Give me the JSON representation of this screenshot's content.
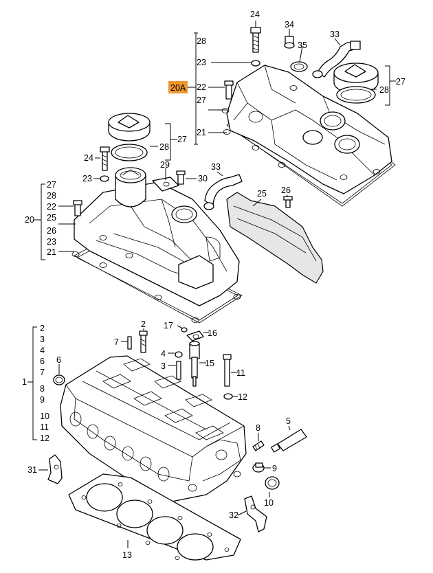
{
  "highlight": {
    "label": "20A",
    "color": "#f0962e"
  },
  "callouts": {
    "c24_top": "24",
    "c34": "34",
    "c33_top": "33",
    "c35": "35",
    "c28_top": "28",
    "c23_top": "23",
    "c20a": "20A",
    "c22_top": "22",
    "c27_top": "27",
    "c21_top": "21",
    "c27_cap_top": "27",
    "c28_cap_top": "28",
    "c27_cap_left": "27",
    "c28_cap_left": "28",
    "c24_left": "24",
    "c23_left": "23",
    "c29": "29",
    "c30": "30",
    "c33_left": "33",
    "c27_l": "27",
    "c28_l": "28",
    "c22_l": "22",
    "c20": "20",
    "c25_l": "25",
    "c26_l": "26",
    "c23_l": "23",
    "c21_l": "21",
    "c25_shield": "25",
    "c26_shield": "26",
    "c2_list": "2",
    "c3_list": "3",
    "c4_list": "4",
    "c6_list": "6",
    "c7_list": "7",
    "c1": "1",
    "c8": "8",
    "c9": "9",
    "c10": "10",
    "c11_list": "11",
    "c12_list": "12",
    "c6": "6",
    "c7": "7",
    "c2": "2",
    "c17": "17",
    "c16": "16",
    "c4": "4",
    "c3": "3",
    "c15": "15",
    "c11": "11",
    "c12": "12",
    "c5": "5",
    "c8_bolt": "8",
    "c9_plug": "9",
    "c10_ring": "10",
    "c31": "31",
    "c32": "32",
    "c13": "13"
  }
}
